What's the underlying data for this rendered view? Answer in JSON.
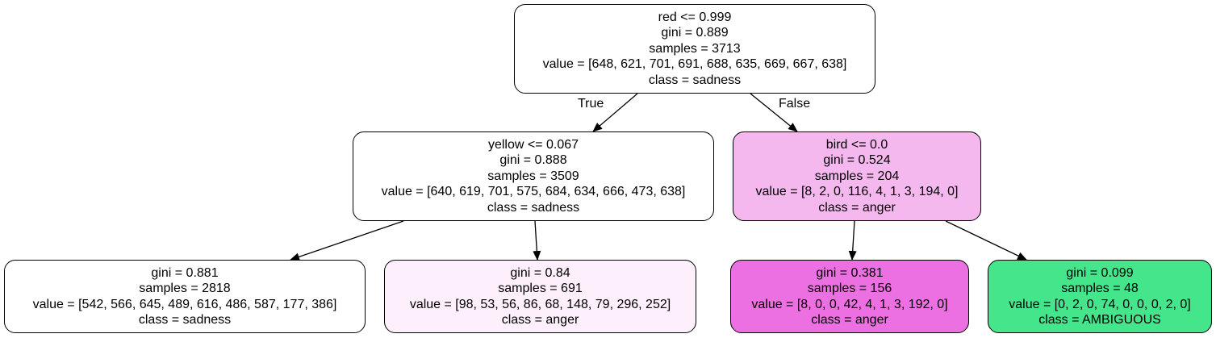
{
  "nodes": [
    {
      "id": "root",
      "lines": [
        "red <= 0.999",
        "gini = 0.889",
        "samples = 3713",
        "value = [648, 621, 701, 691, 688, 635, 669, 667, 638]",
        "class = sadness"
      ],
      "fill": "#ffffff"
    },
    {
      "id": "n1",
      "lines": [
        "yellow <= 0.067",
        "gini = 0.888",
        "samples = 3509",
        "value = [640, 619, 701, 575, 684, 634, 666, 473, 638]",
        "class = sadness"
      ],
      "fill": "#ffffff"
    },
    {
      "id": "n2",
      "lines": [
        "bird <= 0.0",
        "gini = 0.524",
        "samples = 204",
        "value = [8, 2, 0, 116, 4, 1, 3, 194, 0]",
        "class = anger"
      ],
      "fill": "#f5b8ee"
    },
    {
      "id": "n3",
      "lines": [
        "gini = 0.881",
        "samples = 2818",
        "value = [542, 566, 645, 489, 616, 486, 587, 177, 386]",
        "class = sadness"
      ],
      "fill": "#ffffff"
    },
    {
      "id": "n4",
      "lines": [
        "gini = 0.84",
        "samples = 691",
        "value = [98, 53, 56, 86, 68, 148, 79, 296, 252]",
        "class = anger"
      ],
      "fill": "#fdf0fc"
    },
    {
      "id": "n5",
      "lines": [
        "gini = 0.381",
        "samples = 156",
        "value = [8, 0, 0, 42, 4, 1, 3, 192, 0]",
        "class = anger"
      ],
      "fill": "#ec70e1"
    },
    {
      "id": "n6",
      "lines": [
        "gini = 0.099",
        "samples = 48",
        "value = [0, 2, 0, 74, 0, 0, 0, 2, 0]",
        "class = AMBIGUOUS"
      ],
      "fill": "#45e68b"
    }
  ],
  "edge_labels": {
    "true_label": "True",
    "false_label": "False"
  }
}
